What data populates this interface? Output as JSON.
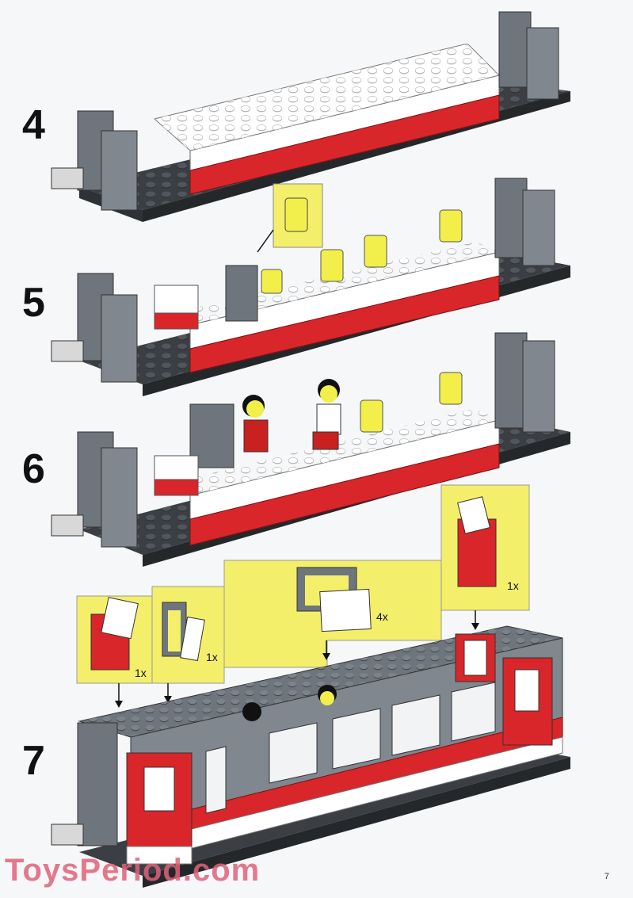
{
  "steps": [
    {
      "number": "4"
    },
    {
      "number": "5"
    },
    {
      "number": "6"
    },
    {
      "number": "7"
    }
  ],
  "callouts": {
    "door_left_qty": "1x",
    "door_frame_qty": "1x",
    "window_qty": "4x",
    "door_right_qty": "1x"
  },
  "watermark": "ToysPeriod.com",
  "page_number": "7",
  "colors": {
    "brick_red": "#d9262a",
    "brick_white": "#ffffff",
    "brick_gray": "#6e757c",
    "plate_dark": "#3b3f44",
    "seat_yellow": "#f2ef4a",
    "callout_yellow": "#f4ef6a"
  }
}
